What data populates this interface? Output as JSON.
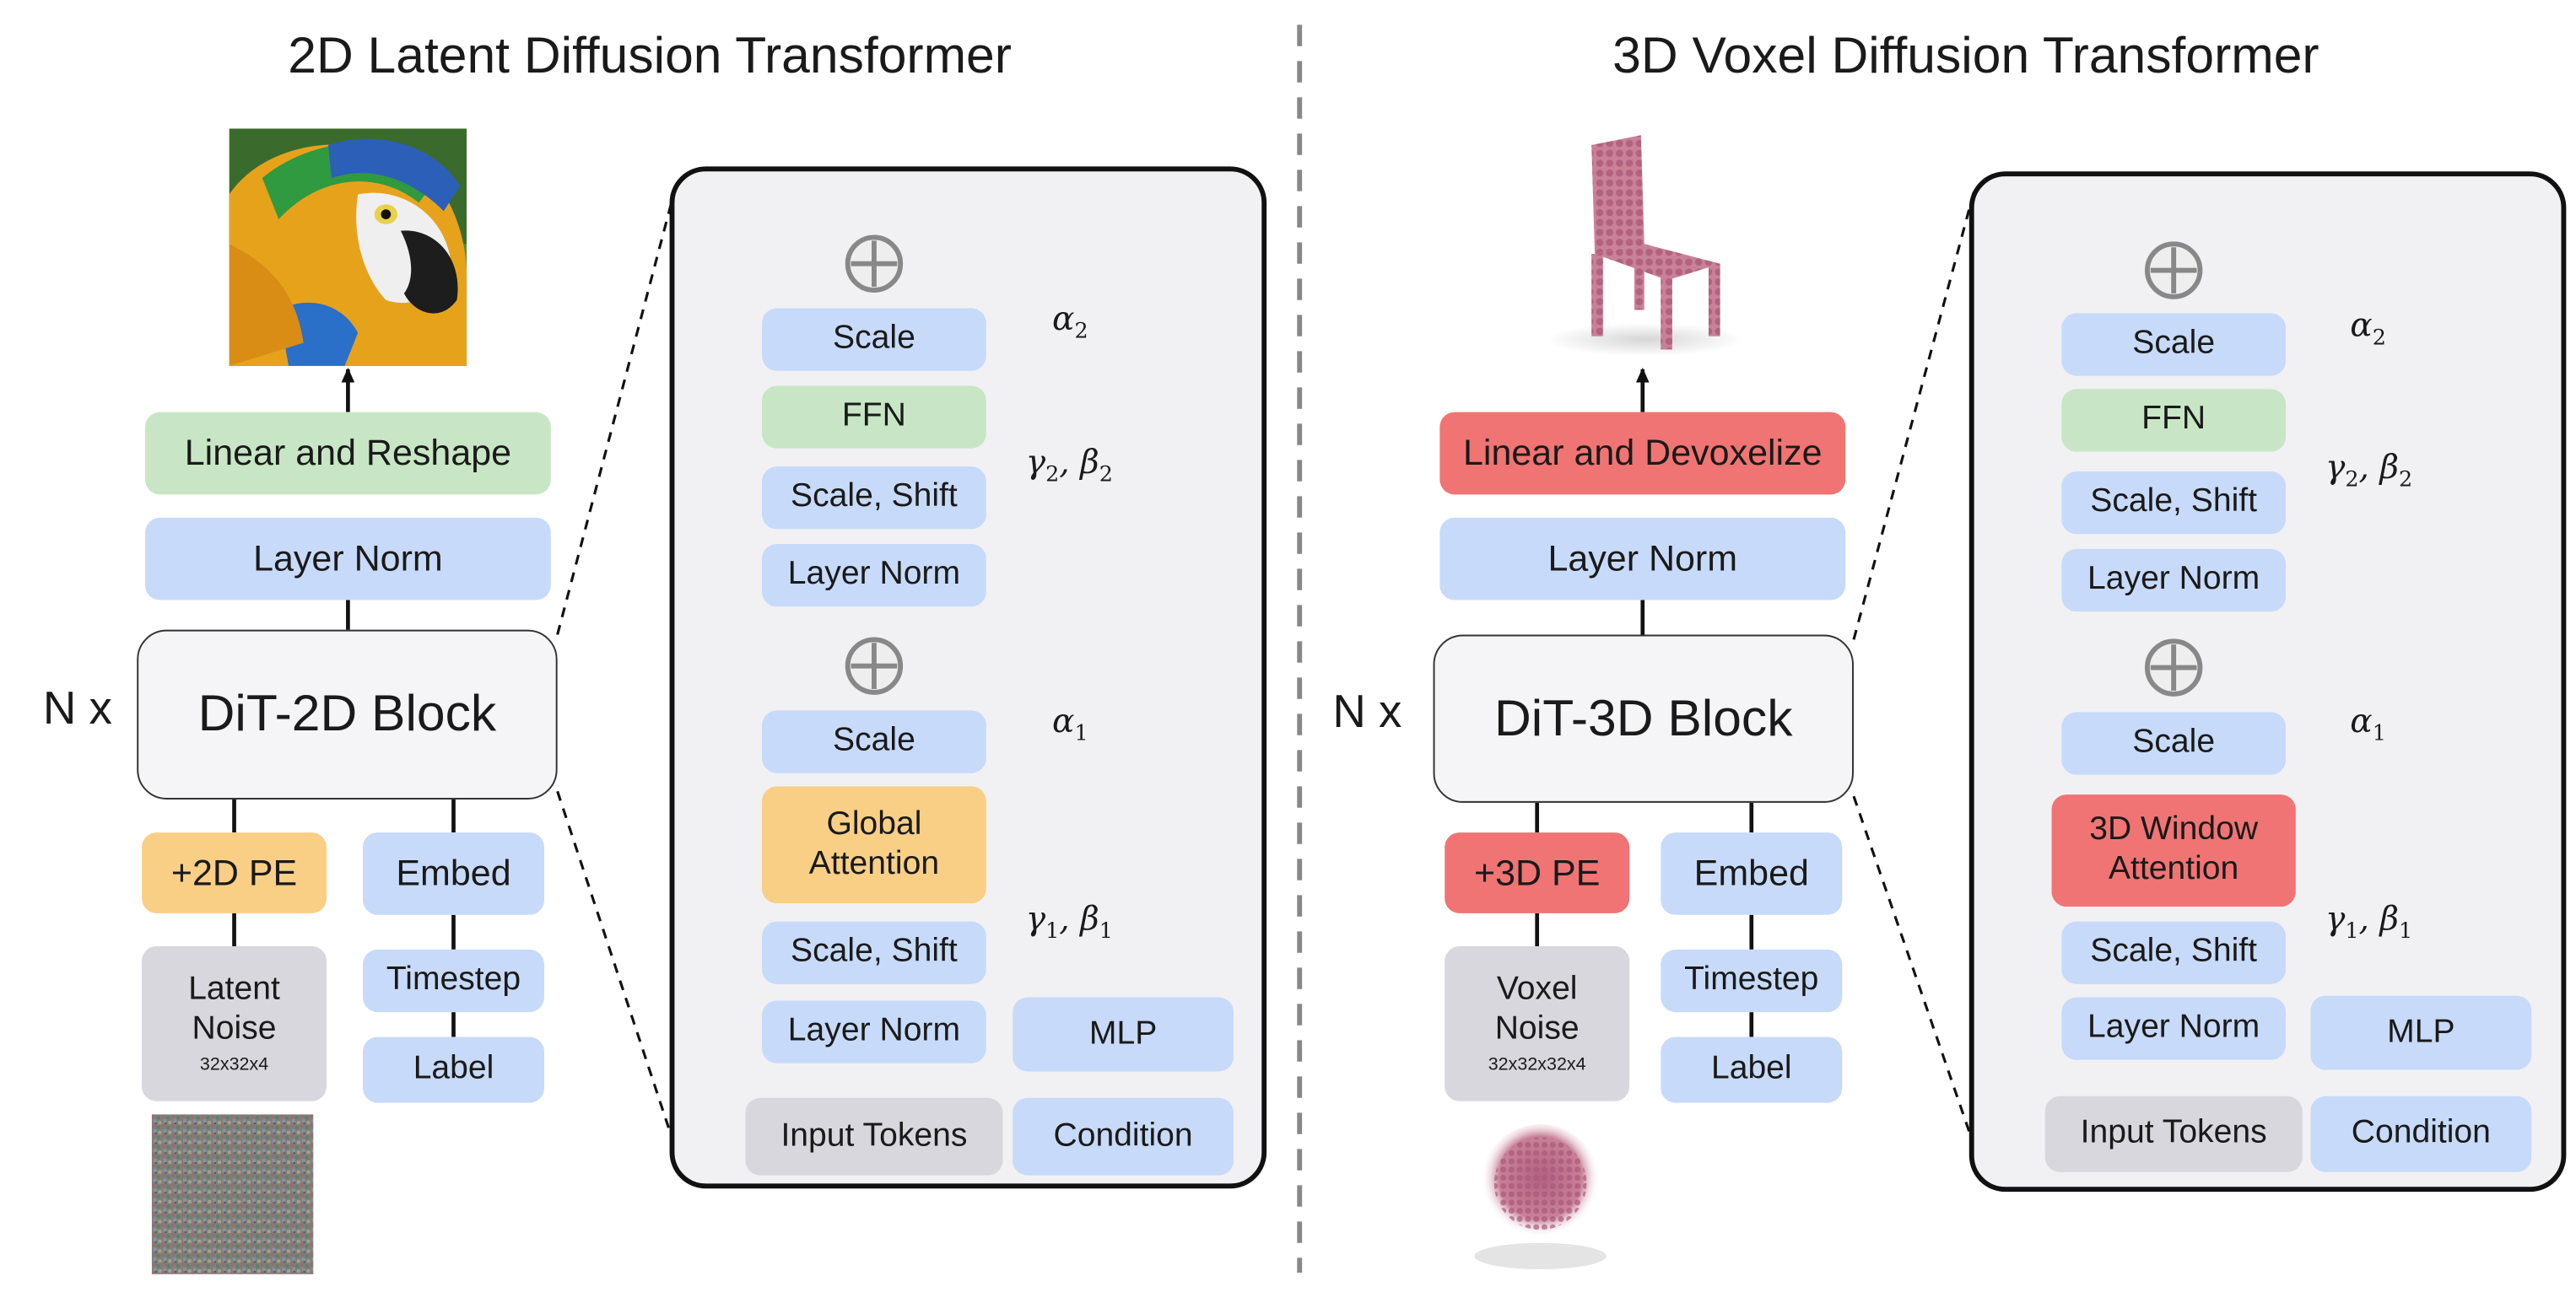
{
  "colors": {
    "blue": "#c8daf9",
    "green": "#c8e6c5",
    "orange": "#f9cf86",
    "red": "#f07474",
    "gray": "#d7d7dd",
    "panel": "#f1f1f4"
  },
  "left": {
    "title": "2D Latent Diffusion Transformer",
    "output_image": "parrot-image",
    "head": "Linear and Reshape",
    "norm": "Layer Norm",
    "repeat": "N x",
    "block": "DiT-2D Block",
    "pe": "+2D PE",
    "embed": "Embed",
    "noise_line1": "Latent",
    "noise_line2": "Noise",
    "noise_dim": "32x32x4",
    "noise_image": "noise-image",
    "timestep": "Timestep",
    "label": "Label",
    "detail": {
      "scale_top": "Scale",
      "ffn": "FFN",
      "scaleshift_top": "Scale, Shift",
      "norm_top": "Layer Norm",
      "scale_bottom": "Scale",
      "attn_line1": "Global",
      "attn_line2": "Attention",
      "scaleshift_bottom": "Scale, Shift",
      "norm_bottom": "Layer Norm",
      "mlp": "MLP",
      "input": "Input Tokens",
      "condition": "Condition"
    }
  },
  "right": {
    "title": "3D Voxel Diffusion Transformer",
    "output_image": "chair-pointcloud-image",
    "head": "Linear and Devoxelize",
    "norm": "Layer Norm",
    "repeat": "N x",
    "block": "DiT-3D Block",
    "pe": "+3D PE",
    "embed": "Embed",
    "noise_line1": "Voxel",
    "noise_line2": "Noise",
    "noise_dim": "32x32x32x4",
    "noise_image": "noise-pointcloud-image",
    "timestep": "Timestep",
    "label": "Label",
    "detail": {
      "scale_top": "Scale",
      "ffn": "FFN",
      "scaleshift_top": "Scale, Shift",
      "norm_top": "Layer Norm",
      "scale_bottom": "Scale",
      "attn_line1": "3D Window",
      "attn_line2": "Attention",
      "scaleshift_bottom": "Scale, Shift",
      "norm_bottom": "Layer Norm",
      "mlp": "MLP",
      "input": "Input Tokens",
      "condition": "Condition"
    }
  },
  "symbols": {
    "alpha": "α",
    "beta": "β",
    "gamma": "γ",
    "i1": "1",
    "i2": "2",
    "comma": ","
  }
}
